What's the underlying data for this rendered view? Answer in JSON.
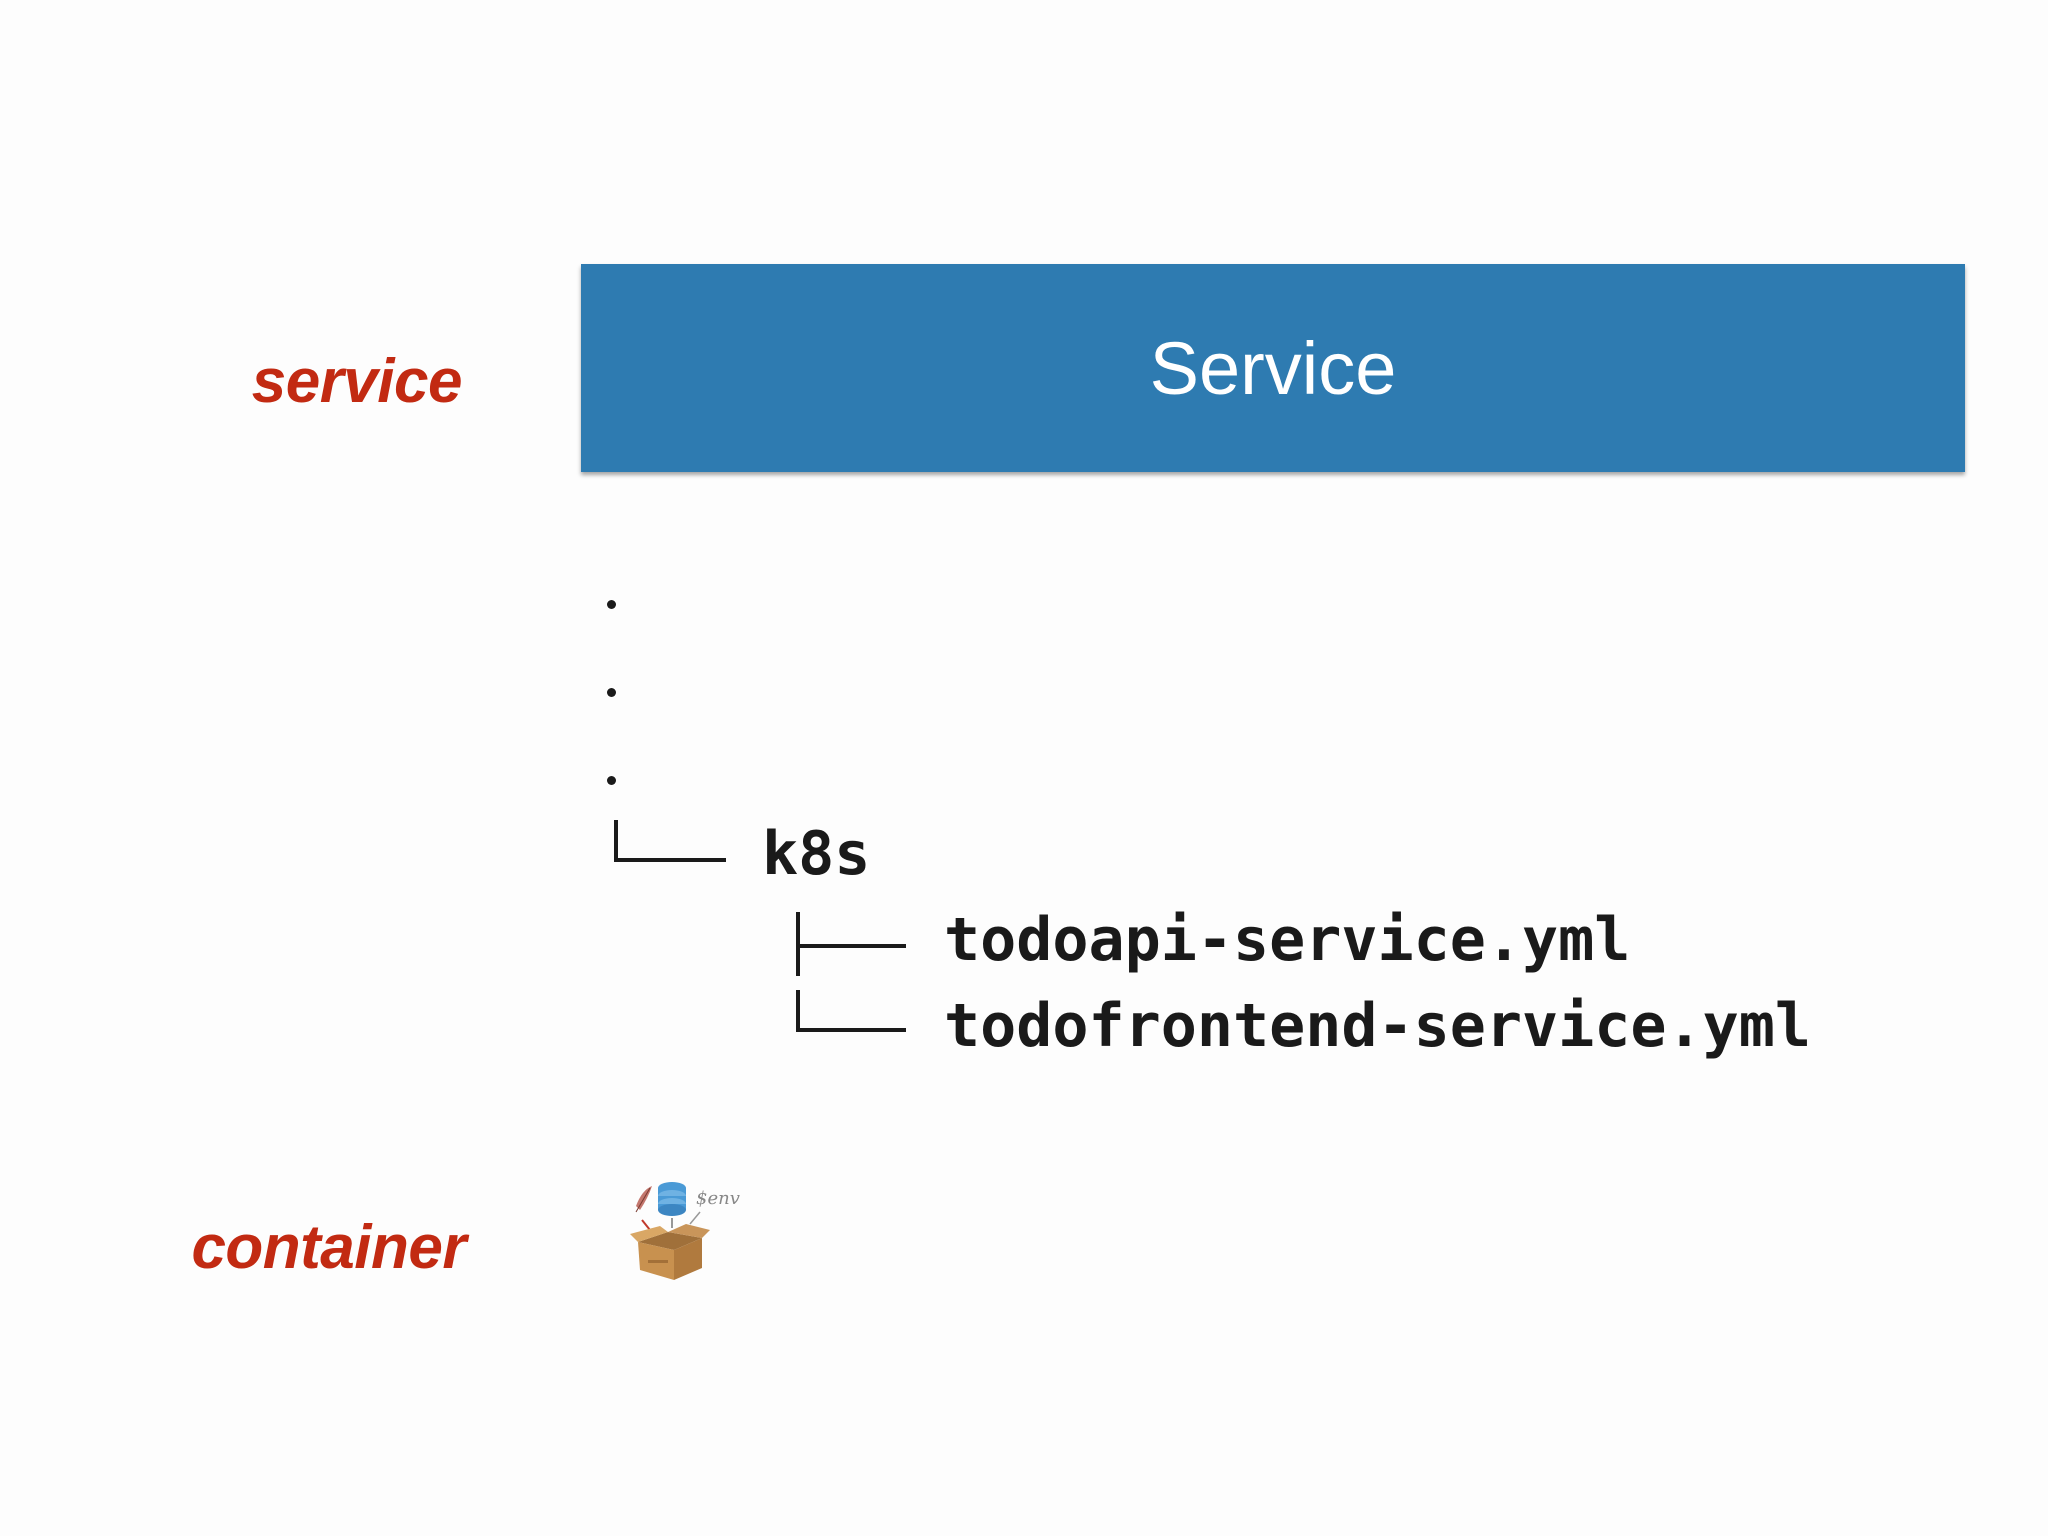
{
  "labels": {
    "service": "service",
    "container": "container"
  },
  "service_box": {
    "title": "Service",
    "color": "#2e7bb1"
  },
  "label_color": "#c22a12",
  "tree": {
    "folder": "k8s",
    "files": [
      "todoapi-service.yml",
      "todofrontend-service.yml"
    ]
  },
  "container_icon": {
    "icon": "container-box-icon",
    "env_text": "$env"
  }
}
